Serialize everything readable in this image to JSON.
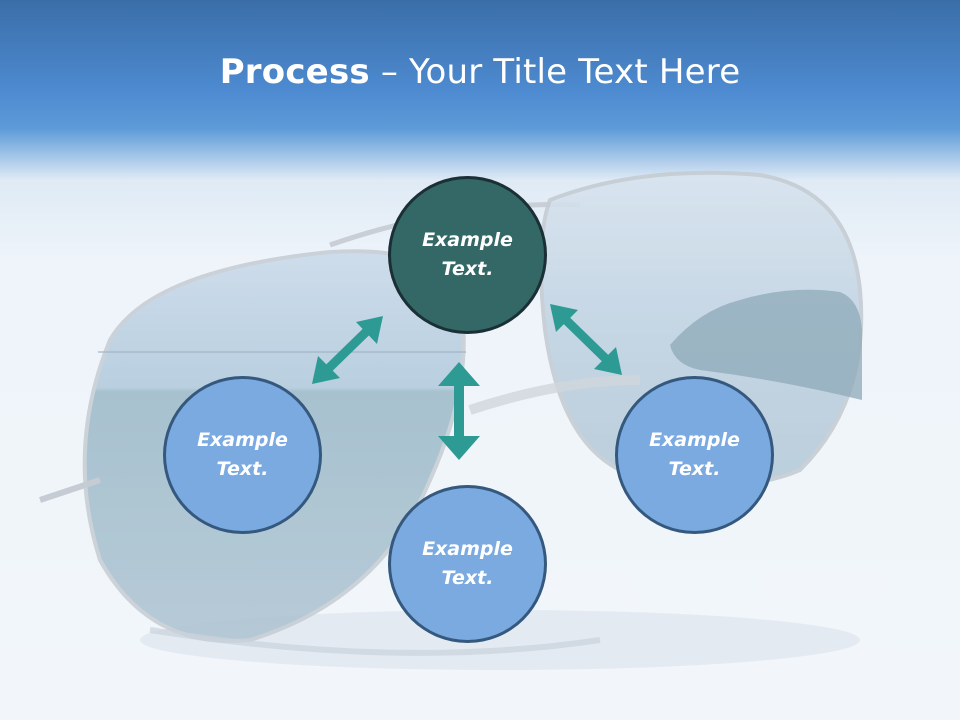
{
  "title": {
    "bold": "Process",
    "rest": " – Your Title Text Here"
  },
  "nodes": {
    "top": "Example\nText.",
    "left": "Example\nText.",
    "right": "Example\nText.",
    "bottom": "Example\nText."
  },
  "colors": {
    "header": "#4d8ad0",
    "dark_node": "#336866",
    "light_node": "#7aaae0",
    "arrow": "#2e9a94"
  }
}
